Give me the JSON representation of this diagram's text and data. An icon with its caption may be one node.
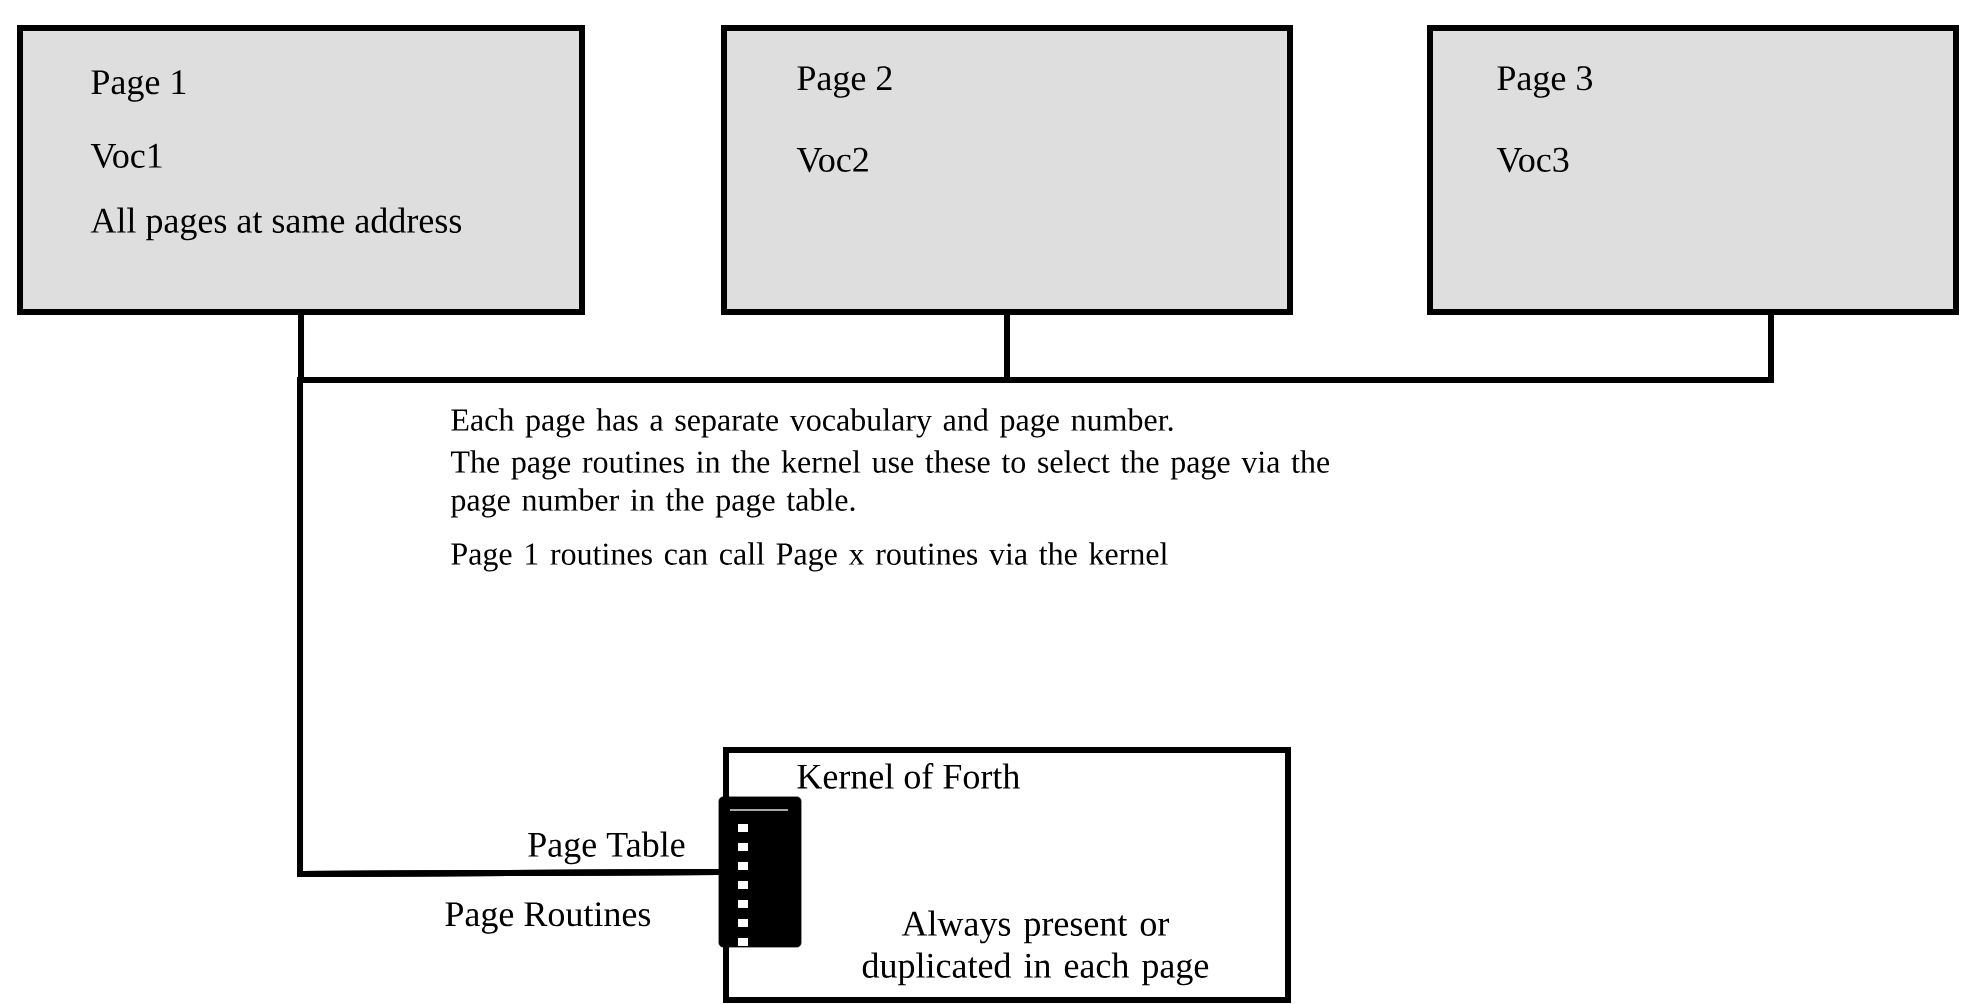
{
  "diagram": {
    "nodes": [
      {
        "text": [
          "Page 1",
          "Voc1",
          "All pages at same address"
        ]
      },
      {
        "text": [
          "Page 2",
          "Voc2"
        ]
      },
      {
        "text": [
          "Page 3",
          "Voc3"
        ]
      },
      {
        "text": [
          "Kernel of Forth",
          "Always present or duplicated in each page"
        ]
      },
      {
        "text": [],
        "shape": "box",
        "beside": [
          "Page Table",
          "Page Routines"
        ]
      }
    ],
    "edges": [
      {
        "from": 0,
        "to": 4,
        "arrow": "none"
      },
      {
        "from": 1,
        "to": 4,
        "arrow": "none"
      },
      {
        "from": 2,
        "to": 4,
        "arrow": "none"
      }
    ],
    "labels": [
      "Each page has a separate vocabulary and page number.",
      "The page routines in the kernel use these to select the page via the page number in the page table.",
      "Page 1 routines can call Page x routines via the kernel"
    ]
  }
}
